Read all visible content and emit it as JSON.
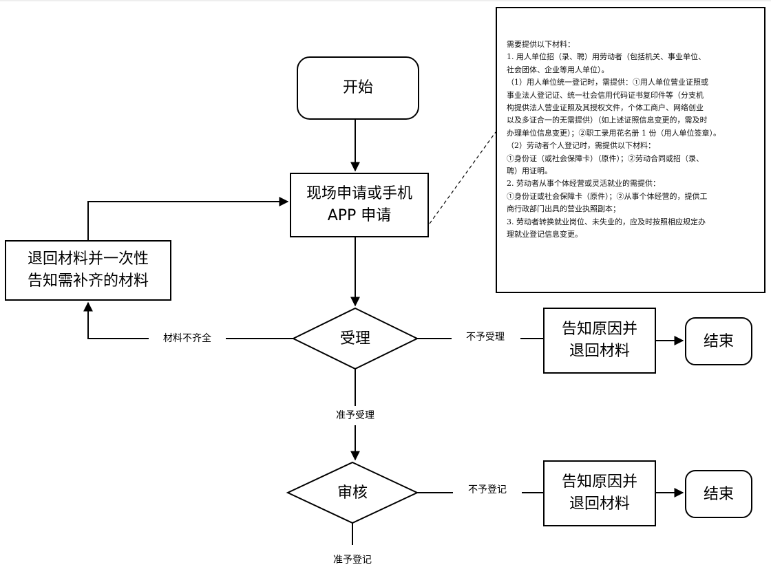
{
  "nodes": {
    "start": "开始",
    "apply_line1": "现场申请或手机",
    "apply_line2": "APP 申请",
    "return_line1": "退回材料并一次性",
    "return_line2": "告知需补齐的材料",
    "accept": "受理",
    "review": "审核",
    "notify1_line1": "告知原因并",
    "notify1_line2": "退回材料",
    "notify2_line1": "告知原因并",
    "notify2_line2": "退回材料",
    "end1": "结束",
    "end2": "结束"
  },
  "edges": {
    "incomplete": "材料不齐全",
    "not_accepted": "不予受理",
    "accepted": "准予受理",
    "not_registered": "不予登记",
    "registered": "准予登记"
  },
  "note": {
    "lines": [
      "需要提供以下材料：",
      "1. 用人单位招（录、聘）用劳动者（包括机关、事业单位、",
      "社会团体、企业等用人单位）。",
      "（1）用人单位统一登记时，需提供：①用人单位营业证照或",
      "事业法人登记证、统一社会信用代码证书复印件等（分支机",
      "构提供法人营业证照及其授权文件，个体工商户、网络创业",
      "以及多证合一的无需提供）（如上述证照信息变更的，需及时",
      "办理单位信息变更）；②职工录用花名册 1 份（用人单位签章）。",
      "（2）劳动者个人登记时，需提供以下材料：",
      "①身份证（或社会保障卡）（原件）；②劳动合同或招（录、",
      "聘）用证明。",
      "2. 劳动者从事个体经营或灵活就业的需提供：",
      "①身份证或社会保障卡（原件）；②从事个体经营的，提供工",
      "商行政部门出具的营业执照副本；",
      "3. 劳动者转换就业岗位、未失业的，应及时按照相应规定办",
      "理就业登记信息变更。"
    ]
  }
}
